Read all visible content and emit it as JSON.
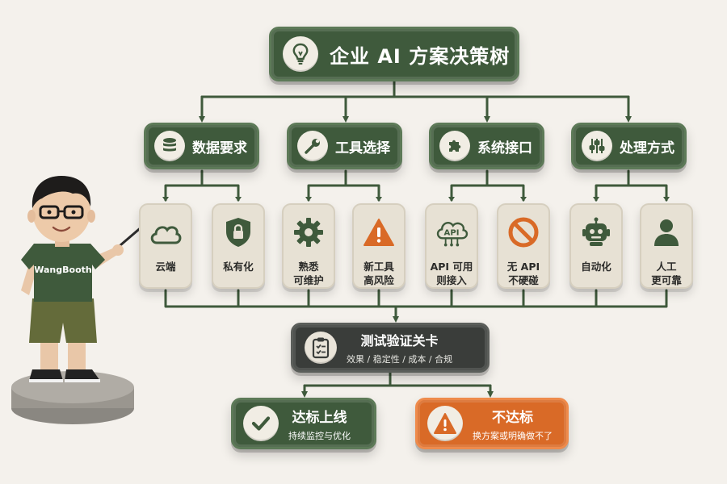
{
  "colors": {
    "green": "#3f5a3c",
    "dark": "#3a3d3a",
    "orange": "#d96a27",
    "card": "#e7e1d4",
    "background": "#f4f1ec"
  },
  "title": {
    "text": "企业 AI 方案决策树",
    "icon": "lightbulb-icon"
  },
  "categories": [
    {
      "label": "数据要求",
      "icon": "database-icon"
    },
    {
      "label": "工具选择",
      "icon": "wrench-icon"
    },
    {
      "label": "系统接口",
      "icon": "puzzle-icon"
    },
    {
      "label": "处理方式",
      "icon": "sliders-icon"
    }
  ],
  "options": [
    {
      "label": "云端",
      "icon": "cloud-icon"
    },
    {
      "label": "私有化",
      "icon": "shield-lock-icon"
    },
    {
      "label": "熟悉\n可维护",
      "icon": "gear-icon"
    },
    {
      "label": "新工具\n高风险",
      "icon": "warning-icon"
    },
    {
      "label": "API 可用\n则接入",
      "icon": "cloud-api-icon",
      "badge": "API"
    },
    {
      "label": "无 API\n不硬碰",
      "icon": "prohibited-icon"
    },
    {
      "label": "自动化",
      "icon": "robot-icon"
    },
    {
      "label": "人工\n更可靠",
      "icon": "person-icon"
    }
  ],
  "checkpoint": {
    "title": "测试验证关卡",
    "subtitle": "效果 / 稳定性 / 成本 / 合规",
    "icon": "clipboard-icon"
  },
  "outcomes": {
    "pass": {
      "title": "达标上线",
      "subtitle": "持续监控与优化",
      "icon": "check-icon"
    },
    "fail": {
      "title": "不达标",
      "subtitle": "换方案或明确做不了",
      "icon": "warning-icon"
    }
  },
  "figure": {
    "shirt_text": "WangBooth"
  }
}
